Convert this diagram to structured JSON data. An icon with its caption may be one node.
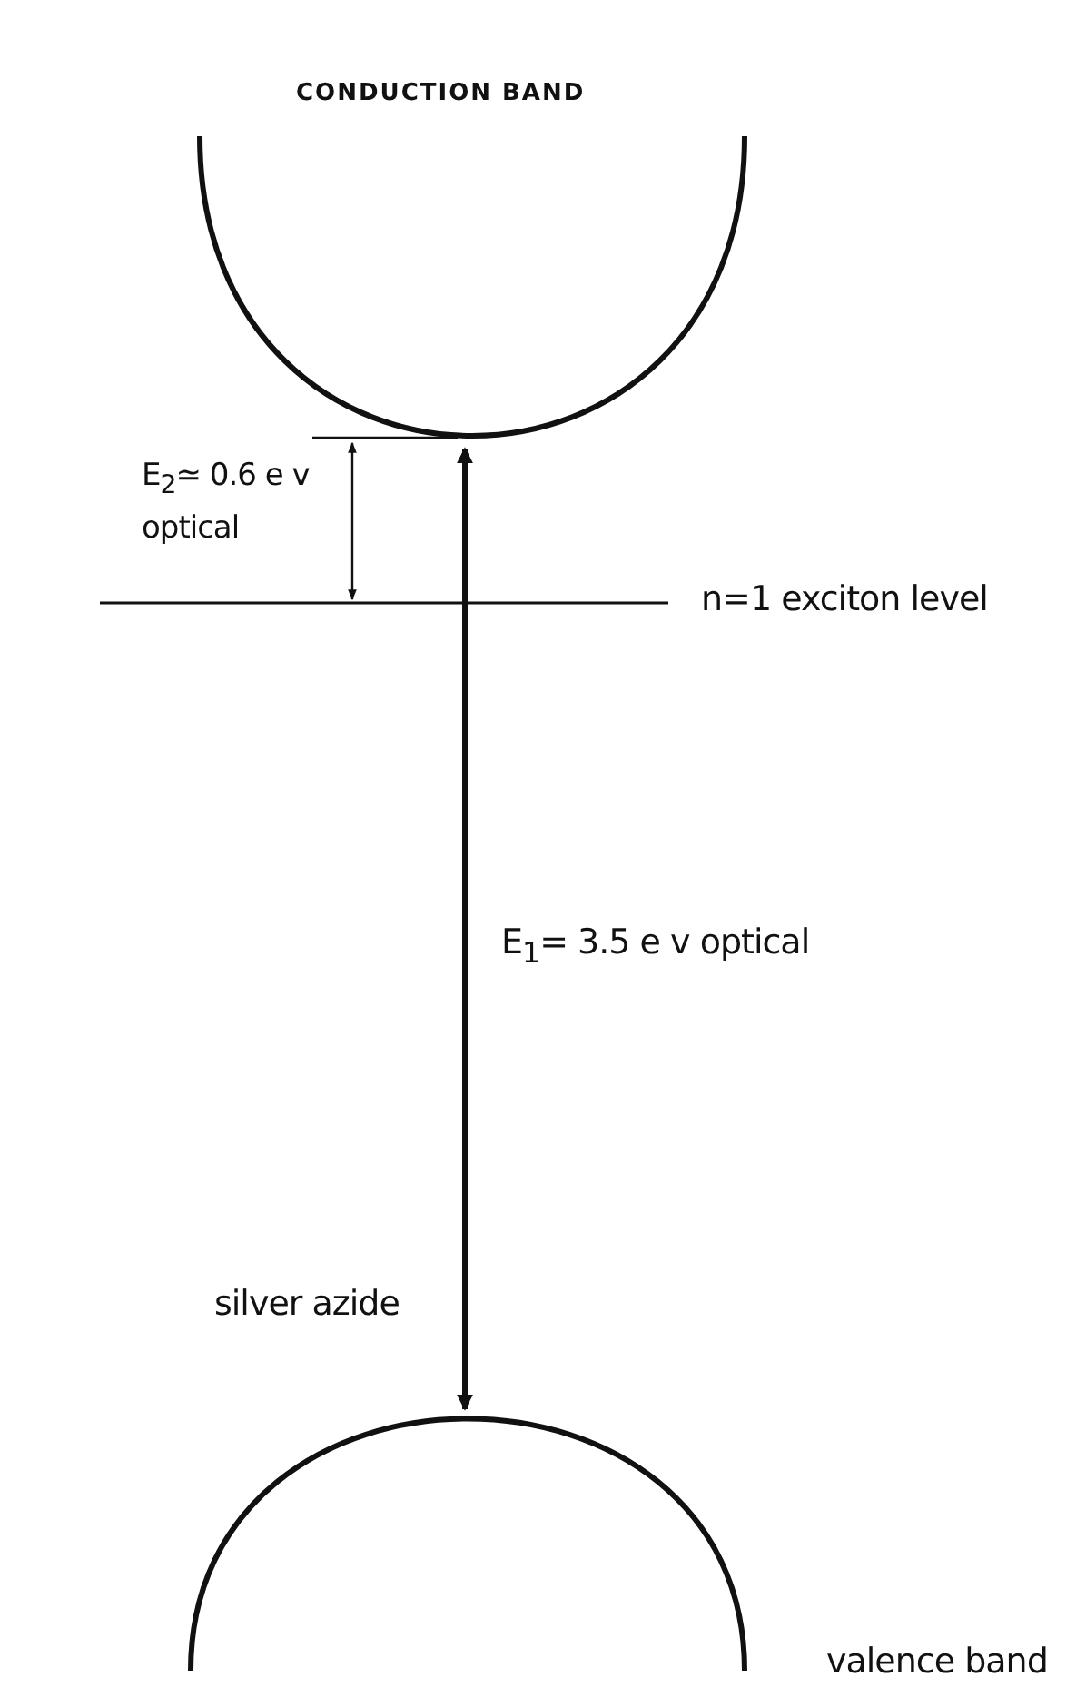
{
  "diagram": {
    "labels": [
      "CONDUCTION BAND",
      "E$_{2}$≃ 0.6 e v optical",
      "n=1 exciton level",
      "E$_{1}$= 3.5 e v optical",
      "silver azide",
      "valence band"
    ]
  }
}
